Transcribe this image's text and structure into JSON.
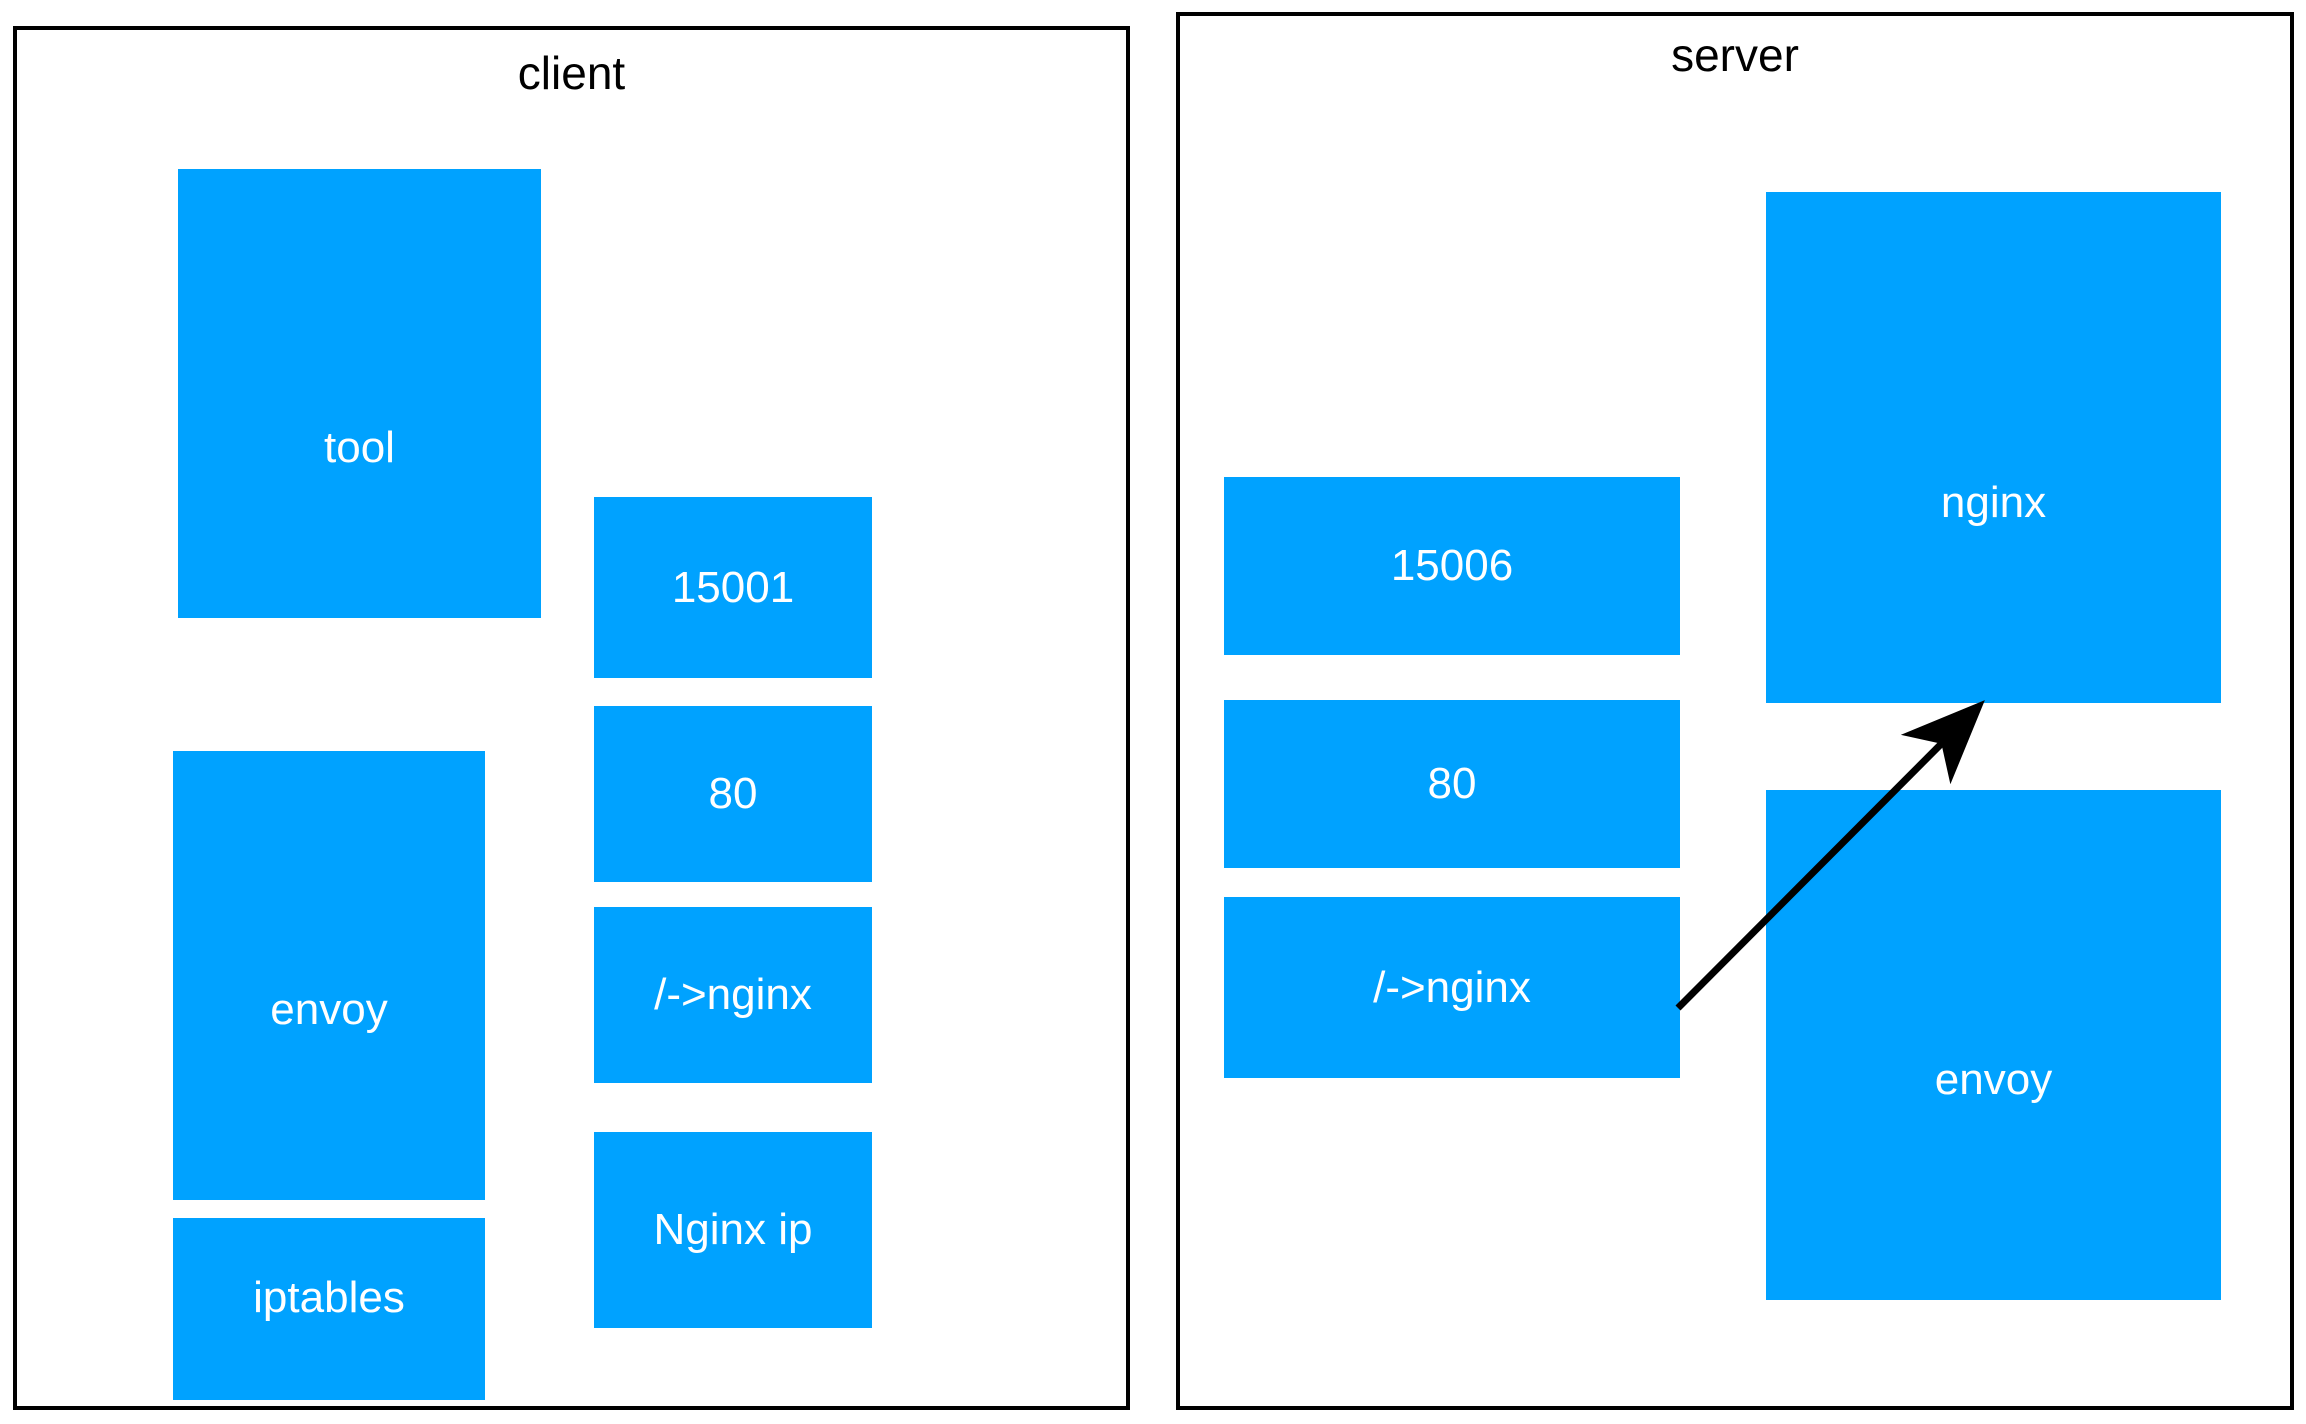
{
  "diagram": {
    "type": "network-architecture",
    "background_color": "#ffffff",
    "node_color": "#00a2ff",
    "node_text_color": "#ffffff",
    "border_color": "#000000",
    "arrow_color": "#000000"
  },
  "panels": [
    {
      "id": "client",
      "title": "client",
      "nodes": [
        {
          "id": "client-tool",
          "label": "tool"
        },
        {
          "id": "client-15001",
          "label": "15001"
        },
        {
          "id": "client-envoy",
          "label": "envoy"
        },
        {
          "id": "client-80",
          "label": "80"
        },
        {
          "id": "client-route",
          "label": "/->nginx"
        },
        {
          "id": "client-nginx-ip",
          "label": "Nginx ip"
        },
        {
          "id": "client-iptables",
          "label": "iptables"
        }
      ]
    },
    {
      "id": "server",
      "title": "server",
      "nodes": [
        {
          "id": "server-15006",
          "label": "15006"
        },
        {
          "id": "server-nginx",
          "label": "nginx"
        },
        {
          "id": "server-80",
          "label": "80"
        },
        {
          "id": "server-route",
          "label": "/->nginx"
        },
        {
          "id": "server-envoy",
          "label": "envoy"
        }
      ]
    }
  ],
  "edges": [
    {
      "id": "server-route-to-nginx",
      "from": "server-route",
      "to": "server-nginx",
      "style": "solid-arrow"
    }
  ]
}
